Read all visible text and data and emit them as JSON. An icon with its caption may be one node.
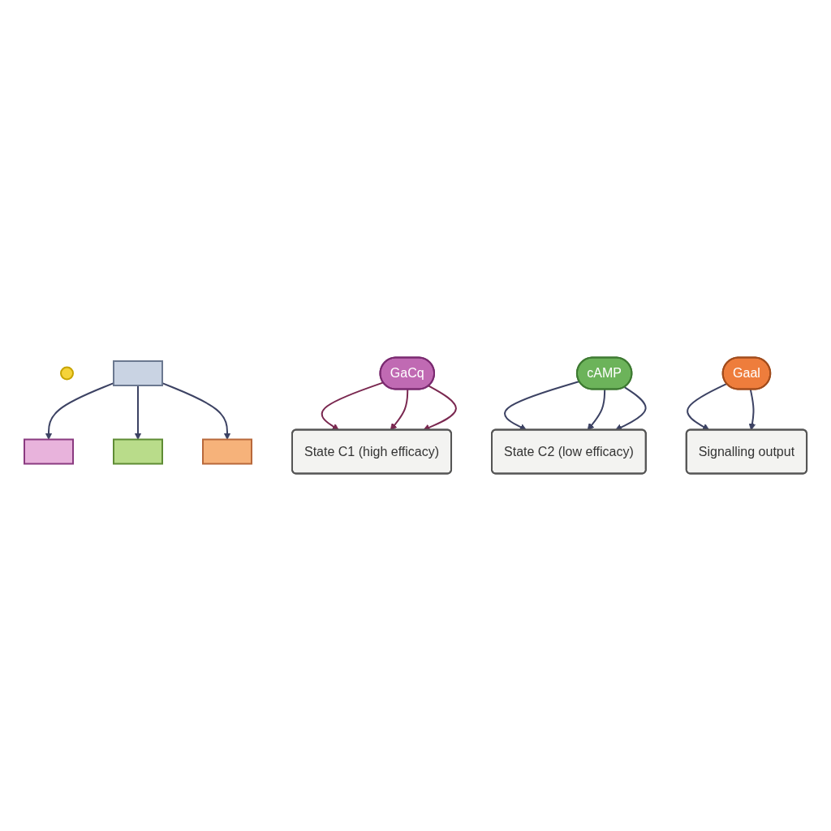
{
  "diagram": {
    "nodes": [
      {
        "text": [],
        "shape": "circle"
      },
      {
        "text": [],
        "shape": "box"
      },
      {
        "text": [],
        "shape": "box"
      },
      {
        "text": [
          "GaCq"
        ]
      },
      {
        "text": [],
        "shape": "box"
      },
      {
        "text": [
          "cAMP"
        ]
      },
      {
        "text": [],
        "shape": "box"
      },
      {
        "text": [
          "Gaal"
        ]
      },
      {
        "text": [
          "State C1 (high efficacy)"
        ]
      },
      {
        "text": [
          "State C2 (low efficacy)"
        ]
      },
      {
        "text": [
          "Signalling output"
        ]
      }
    ],
    "edges": [
      {
        "from": 1,
        "to": 2,
        "arrow": "to"
      },
      {
        "from": 1,
        "to": 4,
        "arrow": "to"
      },
      {
        "from": 1,
        "to": 6,
        "arrow": "to"
      },
      {
        "from": 3,
        "to": 8,
        "arrow": "to",
        "color": "#7a2850"
      },
      {
        "from": 3,
        "to": 8,
        "arrow": "to",
        "color": "#7a2850"
      },
      {
        "from": 3,
        "to": 8,
        "arrow": "to",
        "color": "#7a2850"
      },
      {
        "from": 5,
        "to": 9,
        "arrow": "to"
      },
      {
        "from": 5,
        "to": 9,
        "arrow": "to"
      },
      {
        "from": 5,
        "to": 9,
        "arrow": "to"
      },
      {
        "from": 7,
        "to": 10,
        "arrow": "to"
      },
      {
        "from": 7,
        "to": 10,
        "arrow": "to"
      }
    ]
  }
}
